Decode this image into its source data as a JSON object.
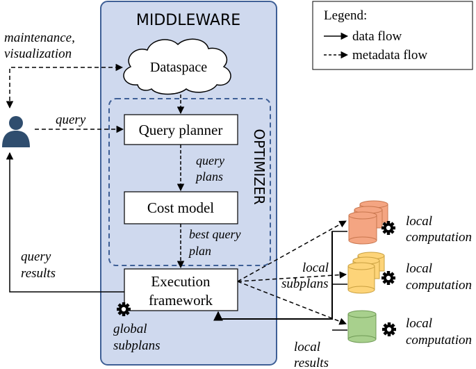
{
  "middleware": {
    "title": "MIDDLEWARE"
  },
  "optimizer": {
    "title": "OPTIMIZER"
  },
  "legend": {
    "title": "Legend:",
    "data_flow": "data flow",
    "metadata_flow": "metadata flow"
  },
  "nodes": {
    "dataspace": "Dataspace",
    "query_planner": "Query planner",
    "cost_model": "Cost model",
    "execution_line1": "Execution",
    "execution_line2": "framework"
  },
  "labels": {
    "maintenance": "maintenance,",
    "visualization": "visualization",
    "query": "query",
    "query_plans_1": "query",
    "query_plans_2": "plans",
    "best_query_plan_1": "best query",
    "best_query_plan_2": "plan",
    "query_results_1": "query",
    "query_results_2": "results",
    "global_subplans_1": "global",
    "global_subplans_2": "subplans",
    "local_subplans_1": "local",
    "local_subplans_2": "subplans",
    "local_results_1": "local",
    "local_results_2": "results",
    "local_computation_1": "local",
    "local_computation_2": "computation"
  },
  "colors": {
    "middleware_fill": "#cfd9ee",
    "middleware_border": "#3e5f96",
    "user": "#2f4d6e",
    "db_orange": "#f4a582",
    "db_yellow": "#fdd479",
    "db_green": "#a8d08d"
  }
}
